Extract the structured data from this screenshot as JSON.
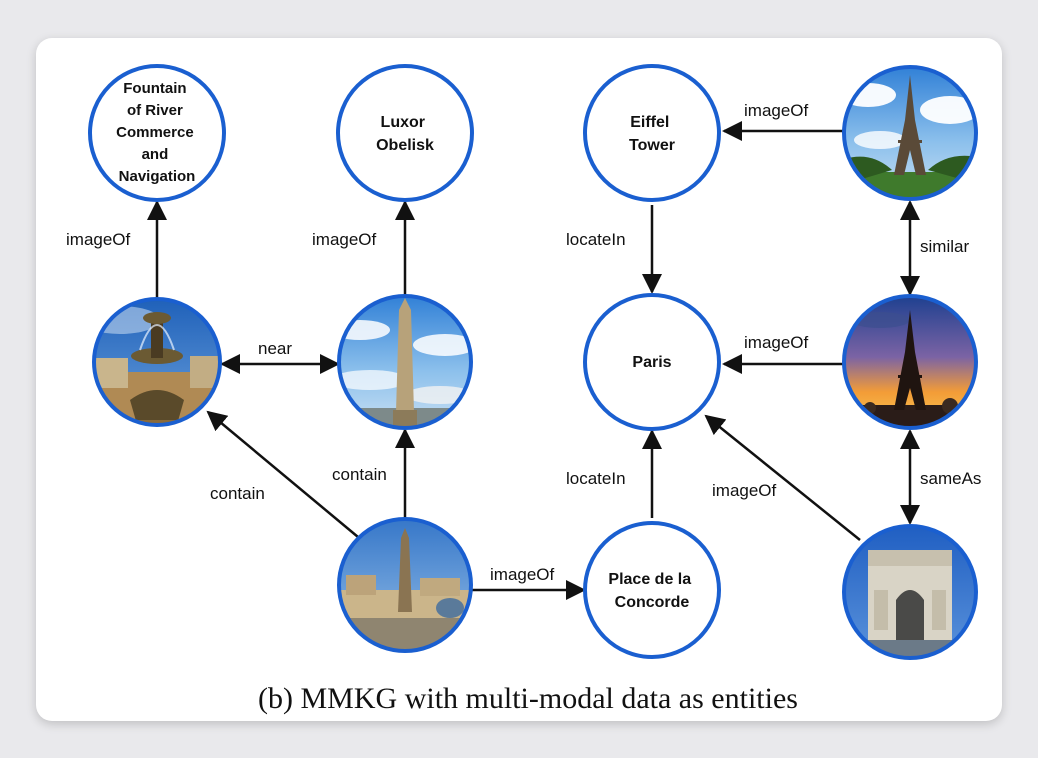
{
  "diagram": {
    "caption": "(b) MMKG with multi-modal data as entities",
    "entities": {
      "fountain": [
        "Fountain",
        "of River",
        "Commerce",
        "and",
        "Navigation"
      ],
      "luxor": [
        "Luxor",
        "Obelisk"
      ],
      "eiffel": [
        "Eiffel",
        "Tower"
      ],
      "paris": [
        "Paris"
      ],
      "concorde": [
        "Place de la",
        "Concorde"
      ]
    },
    "images": {
      "fountain": "fountain photo",
      "obelisk": "obelisk photo",
      "eiffel_day": "eiffel tower day photo",
      "eiffel_sunset": "eiffel tower sunset photo",
      "concorde": "place de la concorde photo",
      "arc": "arc de triomphe photo"
    },
    "edges": {
      "e1": "imageOf",
      "e2": "imageOf",
      "e3": "near",
      "e4": "contain",
      "e5": "contain",
      "e6": "imageOf",
      "e7": "locateIn",
      "e8": "locateIn",
      "e9": "imageOf",
      "e10": "imageOf",
      "e11": "similar",
      "e12": "sameAs",
      "e13": "imageOf"
    },
    "colors": {
      "node_border": "#1a5fd0",
      "arrow": "#111111"
    }
  }
}
